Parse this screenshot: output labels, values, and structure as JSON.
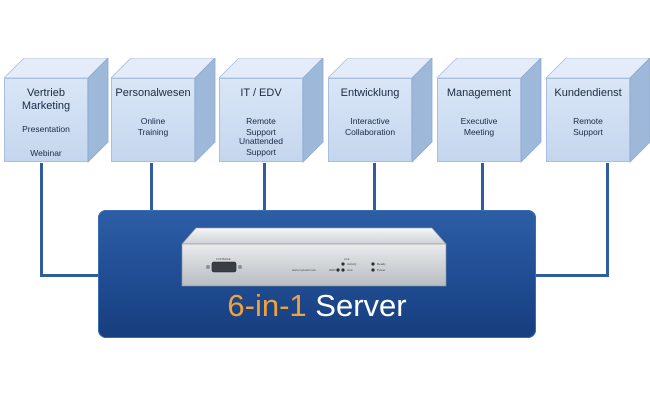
{
  "departments": [
    {
      "name": "Vertrieb\nMarketing",
      "sub1": "Presentation",
      "sub2": "Webinar"
    },
    {
      "name": "Personalwesen",
      "sub1": "Online\nTraining",
      "sub2": ""
    },
    {
      "name": "IT / EDV",
      "sub1": "Remote\nSupport",
      "sub2": "Unattended\nSupport"
    },
    {
      "name": "Entwicklung",
      "sub1": "Interactive\nCollaboration",
      "sub2": ""
    },
    {
      "name": "Management",
      "sub1": "Executive\nMeeting",
      "sub2": ""
    },
    {
      "name": "Kundendienst",
      "sub1": "Remote\nSupport",
      "sub2": ""
    }
  ],
  "server": {
    "title_accent": "6-in-1",
    "title_main": "Server",
    "device_labels": {
      "console": "CONSOLE",
      "link": "Link",
      "activity": "Activity",
      "ready": "Ready",
      "power": "Power",
      "hdd": "HDD",
      "line": "Line",
      "url": "www.mybush.com"
    }
  },
  "colors": {
    "cube_front": "#c9daf0",
    "panel_blue": "#1f4c92",
    "wire": "#2f5d9e",
    "accent_orange": "#f0a23c"
  }
}
